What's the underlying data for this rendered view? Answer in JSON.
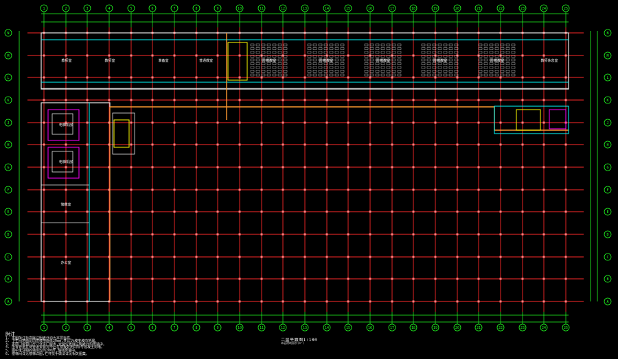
{
  "title": "二层平面图1:100",
  "subtitle": "本层建筑面积(m²)",
  "notes": {
    "heading": "附注",
    "lines": [
      "1. 本图所注标高除注明者外均为本层标高。",
      "2. 卫生间地面比同层楼地面低20mm,并以1%坡度坡向地漏。",
      "3. 本层门窗洞口尺寸详见门窗表,安装位置除注明者外均居墙中。",
      "4. 所有管道井待管道安装完毕后在楼板处用同标号混凝土封堵。",
      "5. 图中未注明的墙体均为200厚,轴线居墙中。",
      "6. 楼梯间详见楼梯详图,栏杆扶手做法详见相关图集。"
    ]
  },
  "colors": {
    "background": "#000000",
    "grid_red": "#ff2a2a",
    "axis_green": "#22ff22",
    "wall_white": "#e8e8e8",
    "cyan": "#00ffff",
    "yellow": "#ffff00",
    "magenta": "#ff00ff",
    "orange": "#ff9a30"
  },
  "axes_top": [
    "1",
    "2",
    "3",
    "4",
    "5",
    "6",
    "7",
    "8",
    "9",
    "10",
    "11",
    "12",
    "13",
    "14",
    "15",
    "16",
    "17",
    "18",
    "19",
    "20",
    "21",
    "22",
    "23",
    "24",
    "25"
  ],
  "axes_side": [
    "A",
    "B",
    "C",
    "D",
    "E",
    "F",
    "G",
    "H",
    "J",
    "K",
    "L",
    "M",
    "N"
  ],
  "rooms_top": [
    "教师室",
    "教师室",
    "准备室",
    "普通教室",
    "",
    "阶梯教室",
    "阶梯教室",
    "阶梯教室",
    "阶梯教室",
    "阶梯教室",
    "",
    "",
    "教师休息室"
  ],
  "rooms_left": [
    "电梯机房",
    "电梯机房",
    "储藏室",
    "办公室"
  ]
}
